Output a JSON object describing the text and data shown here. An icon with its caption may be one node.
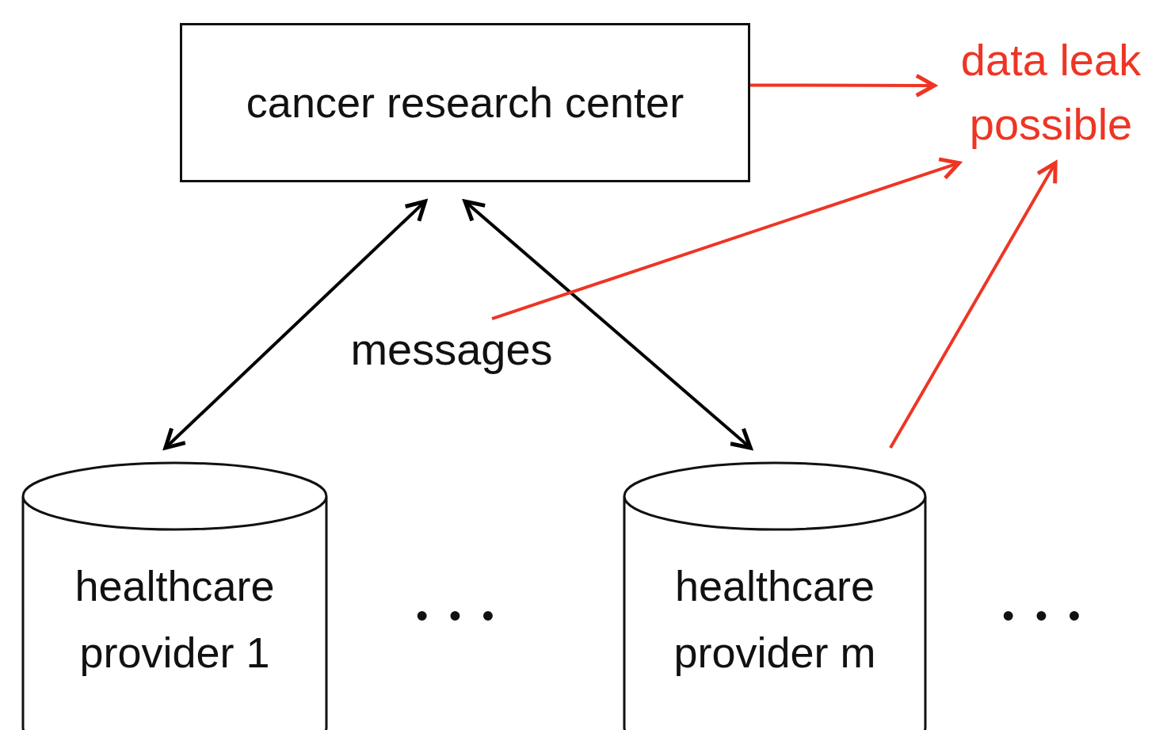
{
  "diagram": {
    "nodes": [
      {
        "text": [
          "cancer research center"
        ]
      },
      {
        "text": [
          "data leak possible"
        ]
      },
      {
        "text": [
          "messages"
        ]
      },
      {
        "text": [
          "healthcare provider 1"
        ]
      },
      {
        "text": [
          "healthcare provider m"
        ]
      }
    ],
    "edges": [
      {
        "from": 0,
        "to": 1,
        "arrow": "to",
        "color": "#ee3524"
      },
      {
        "from": 3,
        "to": 0,
        "arrow": "both",
        "color": "#000000"
      },
      {
        "from": 0,
        "to": 4,
        "arrow": "both",
        "color": "#000000"
      },
      {
        "from": 2,
        "to": 1,
        "arrow": "to",
        "color": "#ee3524"
      },
      {
        "from": 4,
        "to": 1,
        "arrow": "to",
        "color": "#ee3524"
      }
    ],
    "labels": [
      "• • •",
      "• • •"
    ]
  }
}
